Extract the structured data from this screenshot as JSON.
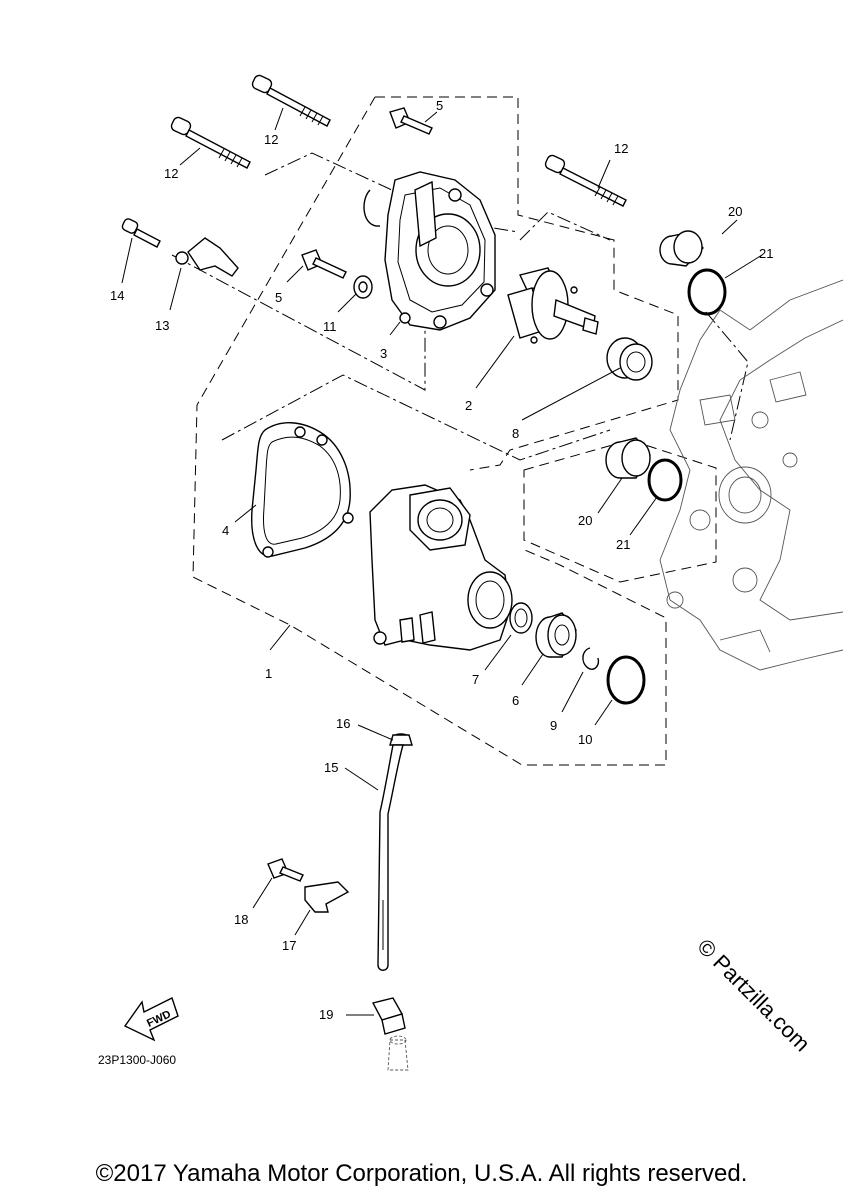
{
  "diagram": {
    "callouts": [
      {
        "id": "c1",
        "text": "1"
      },
      {
        "id": "c2",
        "text": "2"
      },
      {
        "id": "c3",
        "text": "3"
      },
      {
        "id": "c4",
        "text": "4"
      },
      {
        "id": "c5a",
        "text": "5"
      },
      {
        "id": "c5b",
        "text": "5"
      },
      {
        "id": "c6",
        "text": "6"
      },
      {
        "id": "c7",
        "text": "7"
      },
      {
        "id": "c8",
        "text": "8"
      },
      {
        "id": "c9",
        "text": "9"
      },
      {
        "id": "c10",
        "text": "10"
      },
      {
        "id": "c11",
        "text": "11"
      },
      {
        "id": "c12a",
        "text": "12"
      },
      {
        "id": "c12b",
        "text": "12"
      },
      {
        "id": "c12c",
        "text": "12"
      },
      {
        "id": "c13",
        "text": "13"
      },
      {
        "id": "c14",
        "text": "14"
      },
      {
        "id": "c15",
        "text": "15"
      },
      {
        "id": "c16",
        "text": "16"
      },
      {
        "id": "c17",
        "text": "17"
      },
      {
        "id": "c18",
        "text": "18"
      },
      {
        "id": "c19",
        "text": "19"
      },
      {
        "id": "c20a",
        "text": "20"
      },
      {
        "id": "c20b",
        "text": "20"
      },
      {
        "id": "c21a",
        "text": "21"
      },
      {
        "id": "c21b",
        "text": "21"
      }
    ],
    "fwd_label": "FWD",
    "diagram_code": "23P1300-J060",
    "watermark": "© Partzilla.com"
  },
  "footer": {
    "copyright": "©2017 Yamaha Motor Corporation, U.S.A. All rights reserved."
  }
}
